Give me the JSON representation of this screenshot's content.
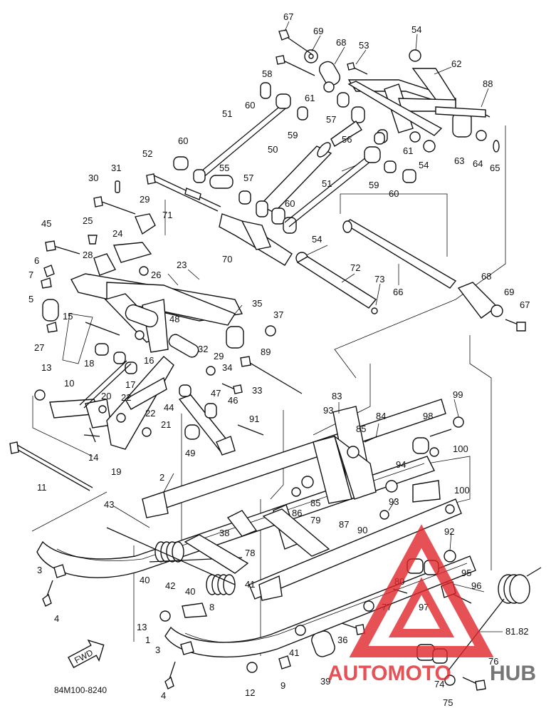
{
  "diagram": {
    "part_code": "84M100-8240",
    "direction_marker": "FWD",
    "callouts": [
      {
        "id": "c67a",
        "text": "67"
      },
      {
        "id": "c69a",
        "text": "69"
      },
      {
        "id": "c68a",
        "text": "68"
      },
      {
        "id": "c53",
        "text": "53"
      },
      {
        "id": "c54a",
        "text": "54"
      },
      {
        "id": "c58",
        "text": "58"
      },
      {
        "id": "c62",
        "text": "62"
      },
      {
        "id": "c88",
        "text": "88"
      },
      {
        "id": "c60a",
        "text": "60"
      },
      {
        "id": "c61a",
        "text": "61"
      },
      {
        "id": "c57a",
        "text": "57"
      },
      {
        "id": "c51a",
        "text": "51"
      },
      {
        "id": "c59a",
        "text": "59"
      },
      {
        "id": "c56",
        "text": "56"
      },
      {
        "id": "c61b",
        "text": "61"
      },
      {
        "id": "c54b",
        "text": "54"
      },
      {
        "id": "c63",
        "text": "63"
      },
      {
        "id": "c64",
        "text": "64"
      },
      {
        "id": "c65",
        "text": "65"
      },
      {
        "id": "c50",
        "text": "50"
      },
      {
        "id": "c60b",
        "text": "60"
      },
      {
        "id": "c52",
        "text": "52"
      },
      {
        "id": "c55",
        "text": "55"
      },
      {
        "id": "c57b",
        "text": "57"
      },
      {
        "id": "c51b",
        "text": "51"
      },
      {
        "id": "c59b",
        "text": "59"
      },
      {
        "id": "c60c",
        "text": "60"
      },
      {
        "id": "c31",
        "text": "31"
      },
      {
        "id": "c30",
        "text": "30"
      },
      {
        "id": "c29a",
        "text": "29"
      },
      {
        "id": "c71",
        "text": "71"
      },
      {
        "id": "c60d",
        "text": "60"
      },
      {
        "id": "c45",
        "text": "45"
      },
      {
        "id": "c25",
        "text": "25"
      },
      {
        "id": "c24",
        "text": "24"
      },
      {
        "id": "c28",
        "text": "28"
      },
      {
        "id": "c54c",
        "text": "54"
      },
      {
        "id": "c70",
        "text": "70"
      },
      {
        "id": "c6",
        "text": "6"
      },
      {
        "id": "c7",
        "text": "7"
      },
      {
        "id": "c26",
        "text": "26"
      },
      {
        "id": "c23",
        "text": "23"
      },
      {
        "id": "c72",
        "text": "72"
      },
      {
        "id": "c73",
        "text": "73"
      },
      {
        "id": "c66",
        "text": "66"
      },
      {
        "id": "c68b",
        "text": "68"
      },
      {
        "id": "c69b",
        "text": "69"
      },
      {
        "id": "c67b",
        "text": "67"
      },
      {
        "id": "c5",
        "text": "5"
      },
      {
        "id": "c35",
        "text": "35"
      },
      {
        "id": "c48",
        "text": "48"
      },
      {
        "id": "c37",
        "text": "37"
      },
      {
        "id": "c15",
        "text": "15"
      },
      {
        "id": "c27",
        "text": "27"
      },
      {
        "id": "c18",
        "text": "18"
      },
      {
        "id": "c16",
        "text": "16"
      },
      {
        "id": "c32",
        "text": "32"
      },
      {
        "id": "c29b",
        "text": "29"
      },
      {
        "id": "c89",
        "text": "89"
      },
      {
        "id": "c34",
        "text": "34"
      },
      {
        "id": "c13a",
        "text": "13"
      },
      {
        "id": "c17",
        "text": "17"
      },
      {
        "id": "c33",
        "text": "33"
      },
      {
        "id": "c10",
        "text": "10"
      },
      {
        "id": "c47",
        "text": "47"
      },
      {
        "id": "c46",
        "text": "46"
      },
      {
        "id": "c20",
        "text": "20"
      },
      {
        "id": "c22a",
        "text": "22"
      },
      {
        "id": "c44",
        "text": "44"
      },
      {
        "id": "c83",
        "text": "83"
      },
      {
        "id": "c99",
        "text": "99"
      },
      {
        "id": "c22b",
        "text": "22"
      },
      {
        "id": "c21",
        "text": "21"
      },
      {
        "id": "c91",
        "text": "91"
      },
      {
        "id": "c93a",
        "text": "93"
      },
      {
        "id": "c84",
        "text": "84"
      },
      {
        "id": "c98",
        "text": "98"
      },
      {
        "id": "c85a",
        "text": "85"
      },
      {
        "id": "c14",
        "text": "14"
      },
      {
        "id": "c49",
        "text": "49"
      },
      {
        "id": "c100a",
        "text": "100"
      },
      {
        "id": "c11",
        "text": "11"
      },
      {
        "id": "c19",
        "text": "19"
      },
      {
        "id": "c94",
        "text": "94"
      },
      {
        "id": "c2",
        "text": "2"
      },
      {
        "id": "c100b",
        "text": "100"
      },
      {
        "id": "c93b",
        "text": "93"
      },
      {
        "id": "c85b",
        "text": "85"
      },
      {
        "id": "c43",
        "text": "43"
      },
      {
        "id": "c86",
        "text": "86"
      },
      {
        "id": "c87",
        "text": "87"
      },
      {
        "id": "c90",
        "text": "90"
      },
      {
        "id": "c79",
        "text": "79"
      },
      {
        "id": "c92",
        "text": "92"
      },
      {
        "id": "c38",
        "text": "38"
      },
      {
        "id": "c78",
        "text": "78"
      },
      {
        "id": "c95",
        "text": "95"
      },
      {
        "id": "c3a",
        "text": "3"
      },
      {
        "id": "c40a",
        "text": "40"
      },
      {
        "id": "c42",
        "text": "42"
      },
      {
        "id": "c40b",
        "text": "40"
      },
      {
        "id": "c41a",
        "text": "41"
      },
      {
        "id": "c80",
        "text": "80"
      },
      {
        "id": "c96",
        "text": "96"
      },
      {
        "id": "c77",
        "text": "77"
      },
      {
        "id": "c97",
        "text": "97"
      },
      {
        "id": "c4a",
        "text": "4"
      },
      {
        "id": "c8",
        "text": "8"
      },
      {
        "id": "c13b",
        "text": "13"
      },
      {
        "id": "c81",
        "text": "81.82"
      },
      {
        "id": "c1",
        "text": "1"
      },
      {
        "id": "c36",
        "text": "36"
      },
      {
        "id": "c3b",
        "text": "3"
      },
      {
        "id": "c41b",
        "text": "41"
      },
      {
        "id": "c76",
        "text": "76"
      },
      {
        "id": "c9",
        "text": "9"
      },
      {
        "id": "c39",
        "text": "39"
      },
      {
        "id": "c74",
        "text": "74"
      },
      {
        "id": "c12",
        "text": "12"
      },
      {
        "id": "c4b",
        "text": "4"
      },
      {
        "id": "c75",
        "text": "75"
      }
    ]
  },
  "watermark": {
    "part1": "AUTOMOTO",
    "part2": "HUB",
    "color_red": "#e0262b",
    "color_gray": "#555555"
  }
}
